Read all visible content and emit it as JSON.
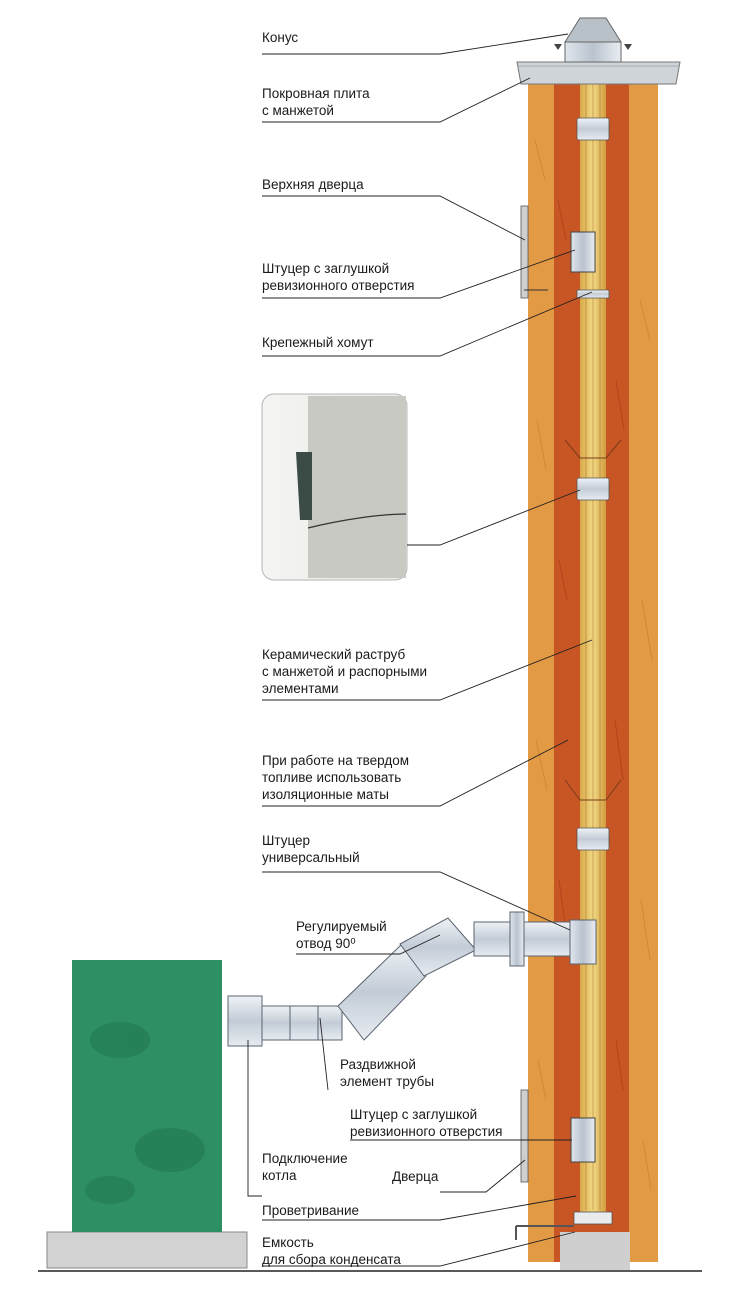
{
  "diagram": {
    "labels": {
      "cone": [
        "Конус"
      ],
      "cover_plate": [
        "Покровная плита",
        "с манжетой"
      ],
      "upper_door": [
        "Верхняя дверца"
      ],
      "inspection_fitting_top": [
        "Штуцер с заглушкой",
        "ревизионного отверстия"
      ],
      "mounting_clamp": [
        "Крепежный хомут"
      ],
      "ceramic_socket": [
        "Керамический раструб",
        "с манжетой и распорными",
        "элементами"
      ],
      "insulation": [
        "При работе на твердом",
        "топливе использовать",
        "изоляционные маты"
      ],
      "universal_fitting": [
        "Штуцер",
        "универсальный"
      ],
      "adjustable_elbow": [
        "Регулируемый",
        "отвод 90⁰"
      ],
      "sliding_pipe": [
        "Раздвижной",
        "элемент трубы"
      ],
      "inspection_fitting_bottom": [
        "Штуцер с заглушкой",
        "ревизионного отверстия"
      ],
      "boiler_connection": [
        "Подключение",
        "котла"
      ],
      "door": [
        "Дверца"
      ],
      "ventilation": [
        "Проветривание"
      ],
      "condensate_tank": [
        "Емкость",
        "для сбора конденсата"
      ]
    },
    "colors": {
      "brick_outer": "#e39a45",
      "brick_inner": "#c85524",
      "flue_liner": "#e8c66a",
      "boiler": "#2e8f63",
      "concrete": "#cfcfcf",
      "metal": "#c9d3dd"
    }
  }
}
